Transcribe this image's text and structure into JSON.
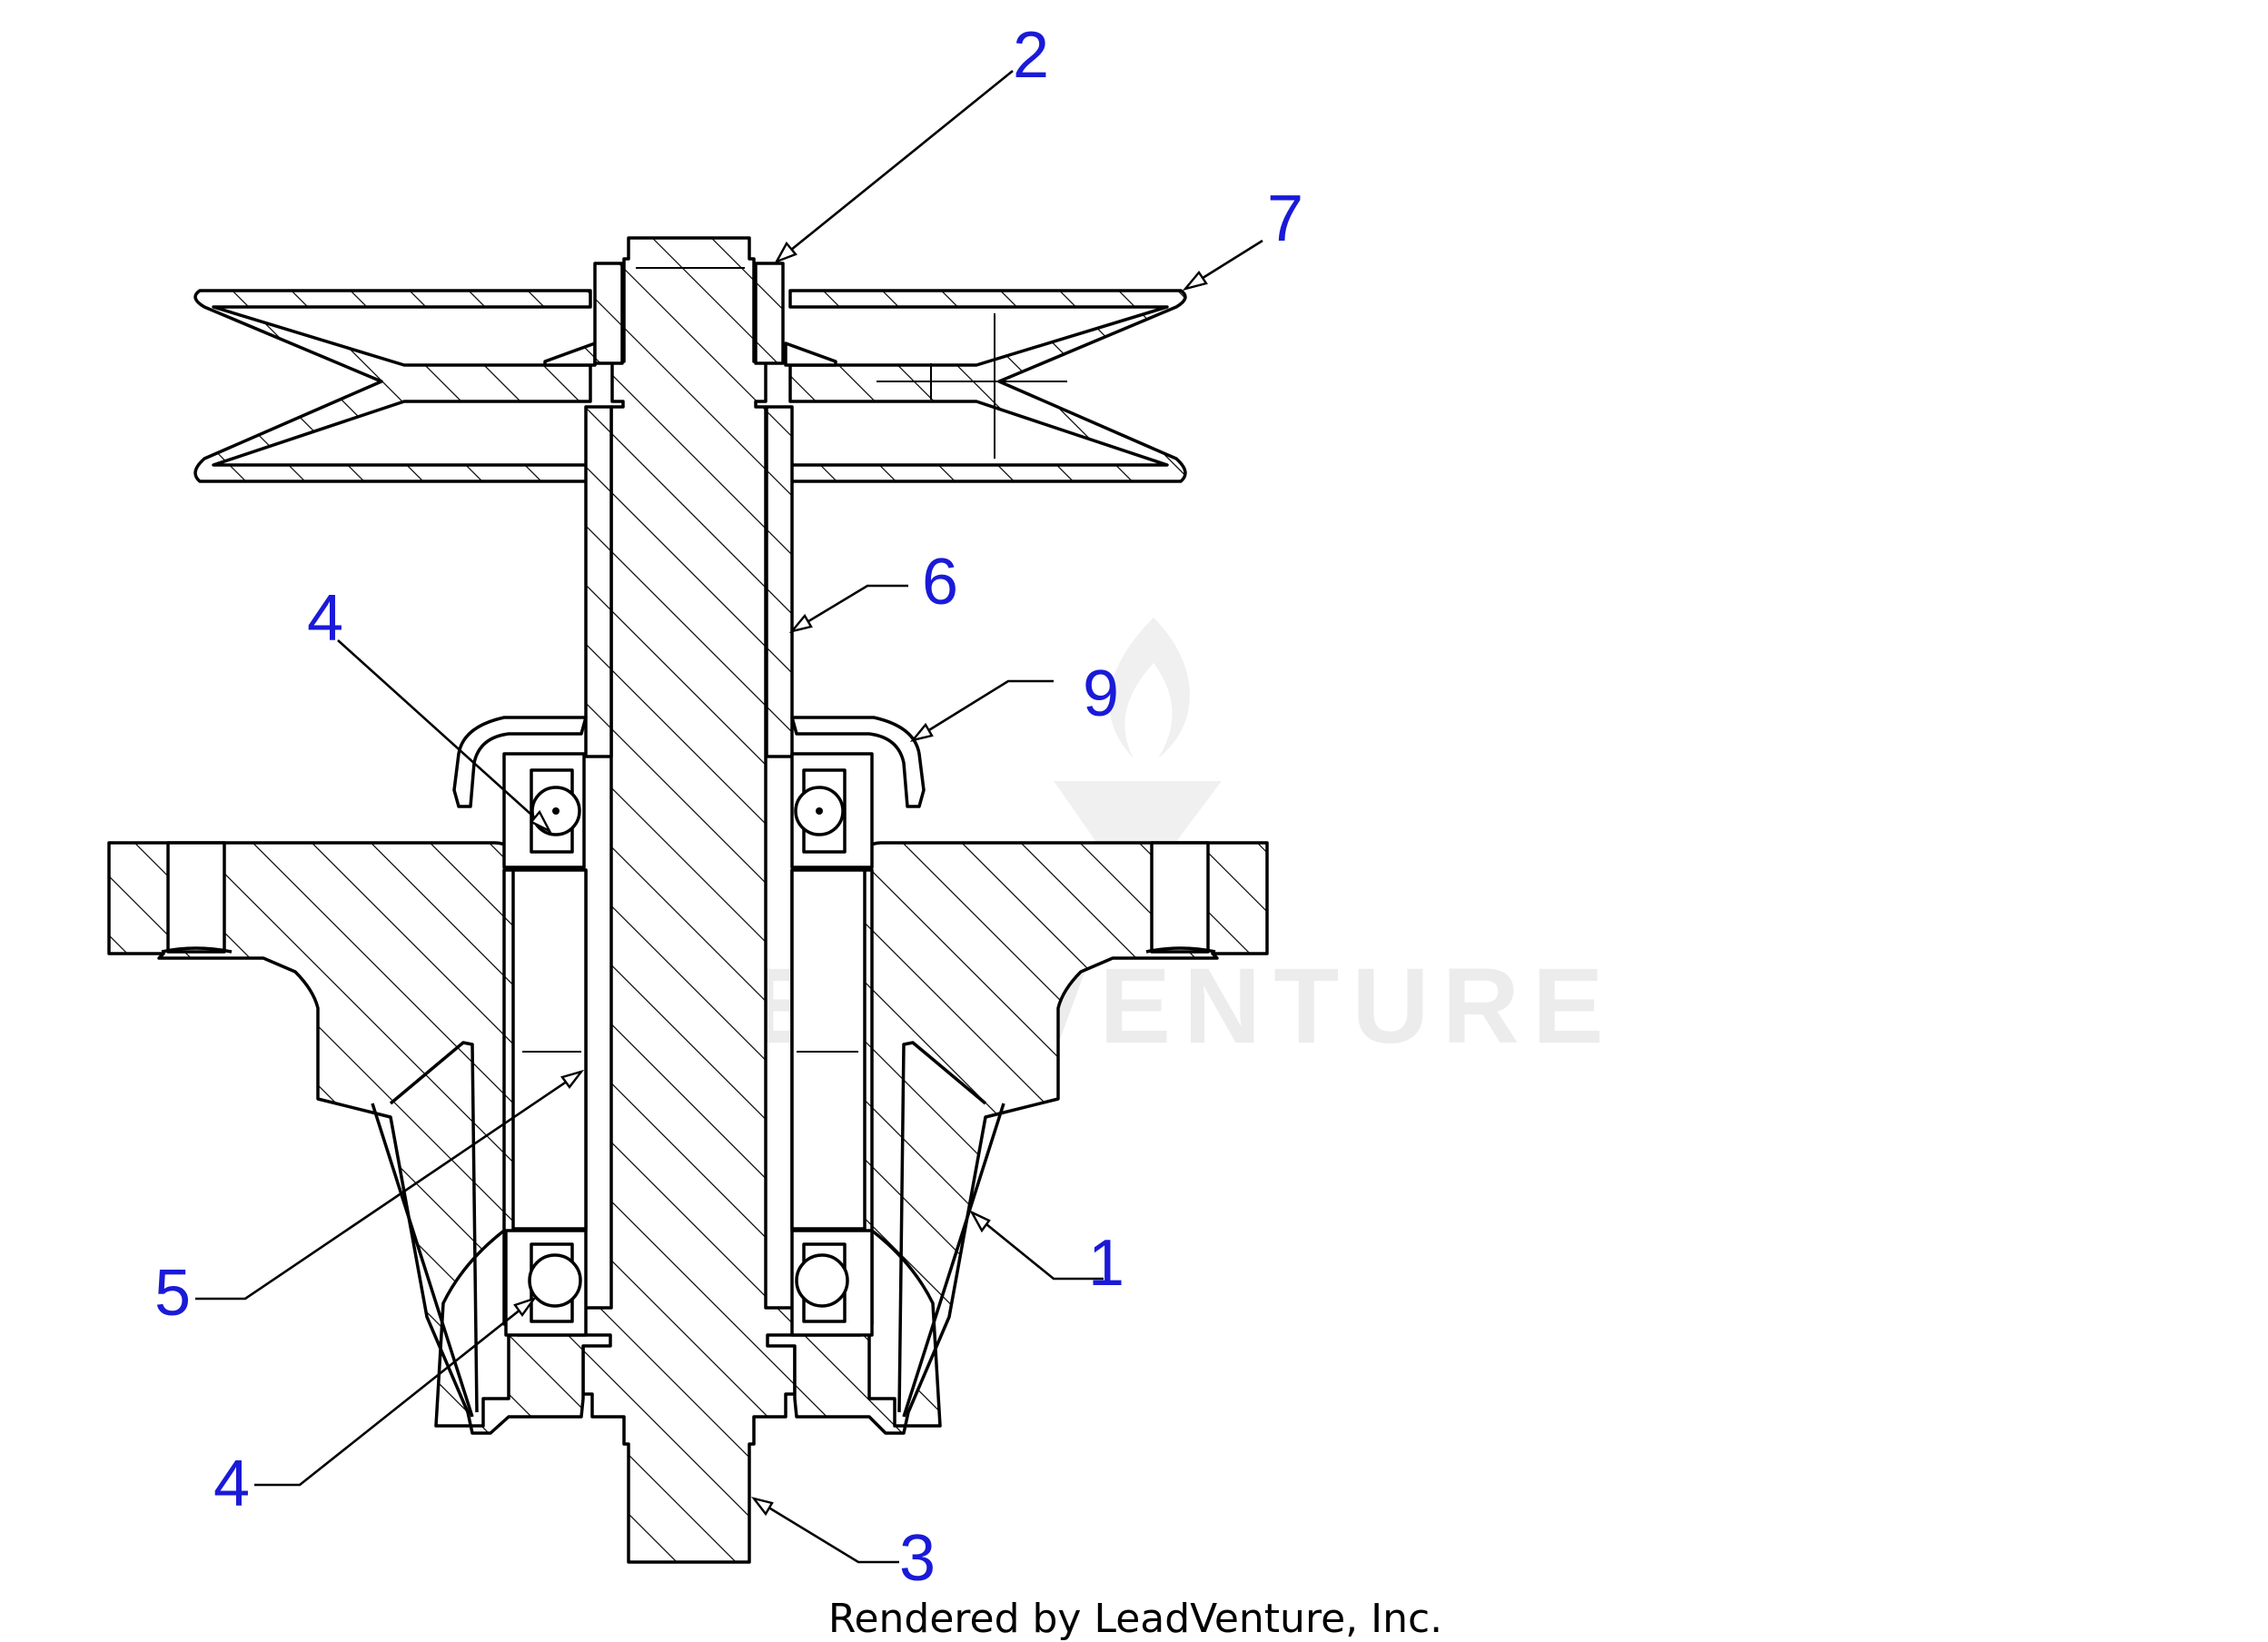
{
  "diagram": {
    "callouts": [
      "2",
      "7",
      "6",
      "4",
      "9",
      "5",
      "1",
      "4",
      "3"
    ],
    "watermark": "LEADVENTURE",
    "footer": "Rendered by LeadVenture, Inc."
  },
  "colors": {
    "callout": "#1a1ad8",
    "line": "#000000",
    "watermark": "#000000"
  }
}
